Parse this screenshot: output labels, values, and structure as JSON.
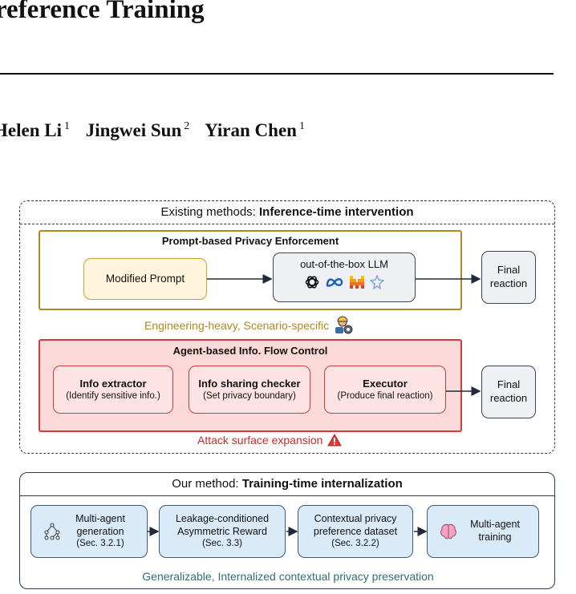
{
  "header": {
    "title": "reference Training",
    "authors": [
      {
        "name": "Helen Li",
        "aff": "1"
      },
      {
        "name": "Jingwei Sun",
        "aff": "2"
      },
      {
        "name": "Yiran Chen",
        "aff": "1"
      }
    ]
  },
  "figure": {
    "existing": {
      "heading_prefix": "Existing methods: ",
      "heading_bold": "Inference-time intervention",
      "prompt_based": {
        "title": "Prompt-based Privacy Enforcement",
        "modified_prompt": "Modified Prompt",
        "llm_label": "out-of-the-box LLM",
        "final": "Final reaction",
        "caption": "Engineering-heavy, Scenario-specific"
      },
      "agent_based": {
        "title": "Agent-based Info. Flow Control",
        "extractor_title": "Info extractor",
        "extractor_sub": "(Identify sensitive info.)",
        "checker_title": "Info sharing checker",
        "checker_sub": "(Set privacy boundary)",
        "executor_title": "Executor",
        "executor_sub": "(Produce final reaction)",
        "final": "Final reaction",
        "caption": "Attack surface expansion"
      }
    },
    "ours": {
      "heading_prefix": "Our method: ",
      "heading_bold": "Training-time internalization",
      "steps": [
        {
          "label": "Multi-agent generation",
          "ref": "(Sec. 3.2.1)"
        },
        {
          "label": "Leakage-conditioned Asymmetric Reward",
          "ref": "(Sec. 3.3)"
        },
        {
          "label": "Contextual privacy preference dataset",
          "ref": "(Sec. 3.2.2)"
        },
        {
          "label": "Multi-agent training",
          "ref": ""
        }
      ],
      "caption": "Generalizable, Internalized contextual privacy preservation"
    },
    "icons": [
      "openai-icon",
      "meta-icon",
      "mistral-icon",
      "gemini-icon",
      "engineer-icon",
      "warning-icon",
      "graph-icon",
      "brain-icon"
    ],
    "colors": {
      "gold": "#b08a1e",
      "red": "#c42b2b",
      "teal": "#2f6f73",
      "navy": "#2b3a55"
    }
  }
}
